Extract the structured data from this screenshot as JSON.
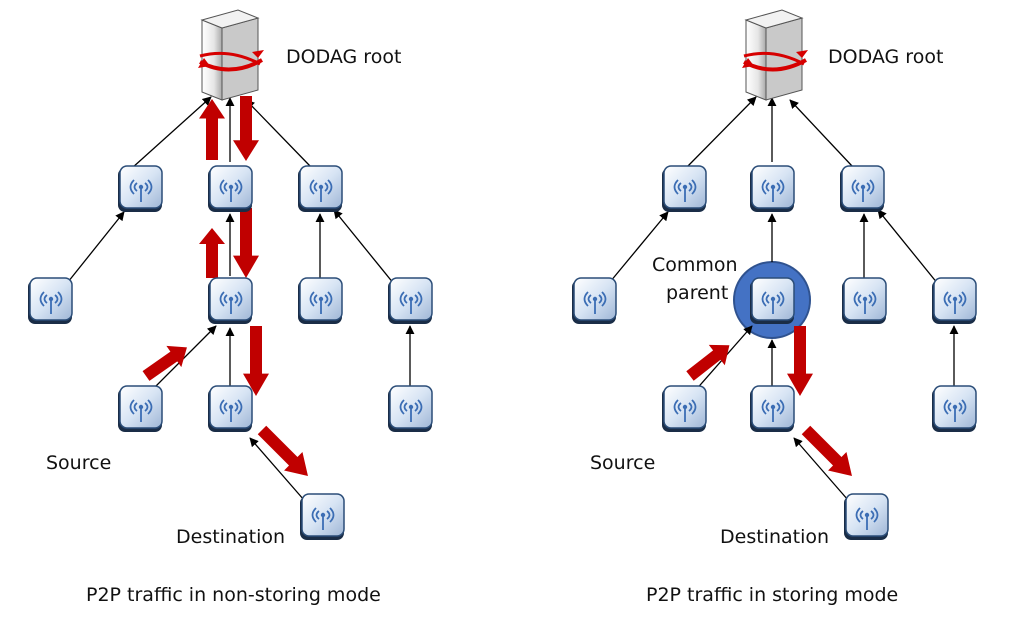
{
  "panels": [
    {
      "id": "non-storing",
      "root_label": "DODAG root",
      "source_label": "Source",
      "destination_label": "Destination",
      "caption": "P2P traffic in non-storing mode"
    },
    {
      "id": "storing",
      "root_label": "DODAG root",
      "common_parent_label_line1": "Common",
      "common_parent_label_line2": "parent",
      "source_label": "Source",
      "destination_label": "Destination",
      "caption": "P2P traffic in storing mode"
    }
  ],
  "colors": {
    "traffic_arrow": "#c00000",
    "link_arrow": "#000000",
    "node_fill": "#d9e6f5",
    "node_border": "#1f3f66",
    "common_parent_highlight": "#4472c4"
  },
  "icons": {
    "root": "server-icon",
    "node": "wireless-sensor-node-icon"
  }
}
